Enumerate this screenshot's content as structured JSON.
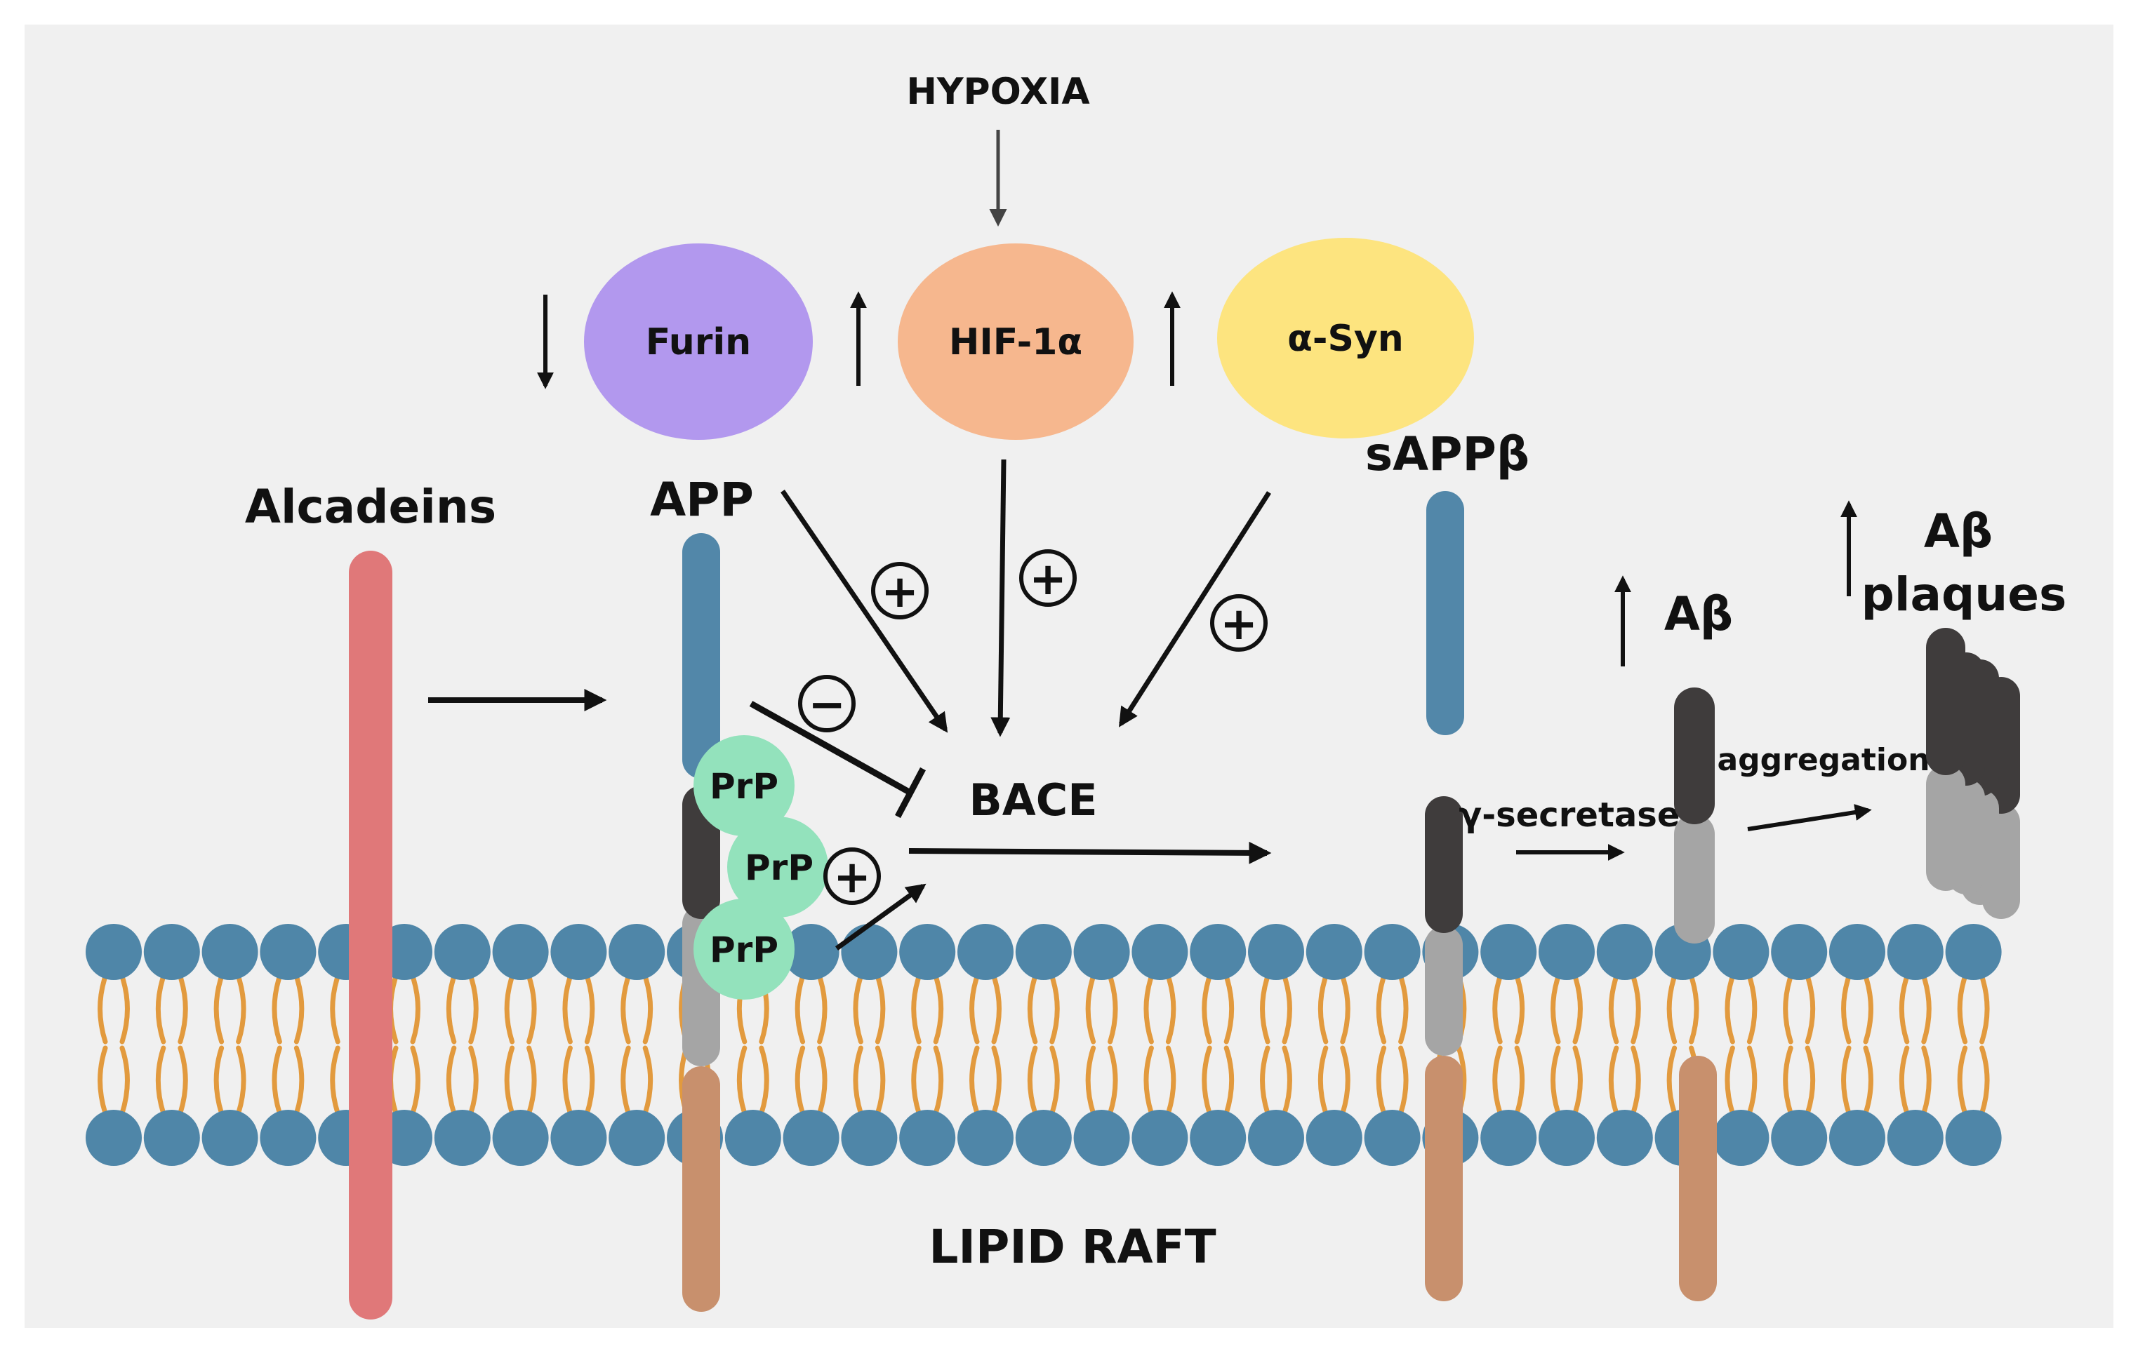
{
  "labels": {
    "hypoxia": "HYPOXIA",
    "furin": "Furin",
    "hif": "HIF-1α",
    "asyn": "α-Syn",
    "alcadeins": "Alcadeins",
    "app": "APP",
    "sappb": "sAPPβ",
    "prp1": "PrP",
    "prp2": "PrP",
    "prp3": "PrP",
    "bace": "BACE",
    "gamma_secretase": "γ-secretase",
    "abeta": "Aβ",
    "aggregation": "aggregation",
    "abeta_plaques_line1": "Aβ",
    "abeta_plaques_line2": "plaques",
    "lipid_raft": "LIPID RAFT"
  },
  "signs": {
    "plus": "+",
    "minus": "−"
  },
  "colors": {
    "background": "#f0f0f0",
    "furin": "#b298ee",
    "hif": "#f6b78e",
    "asyn": "#fde47f",
    "prp": "#93e2bc",
    "alcadein": "#e07879",
    "app_blue": "#5287a9",
    "dark_segment": "#3f3c3c",
    "gray_segment": "#a5a5a5",
    "brown_segment": "#c8906d",
    "membrane_head": "#4f86a8",
    "membrane_tail": "#e29a3e"
  }
}
